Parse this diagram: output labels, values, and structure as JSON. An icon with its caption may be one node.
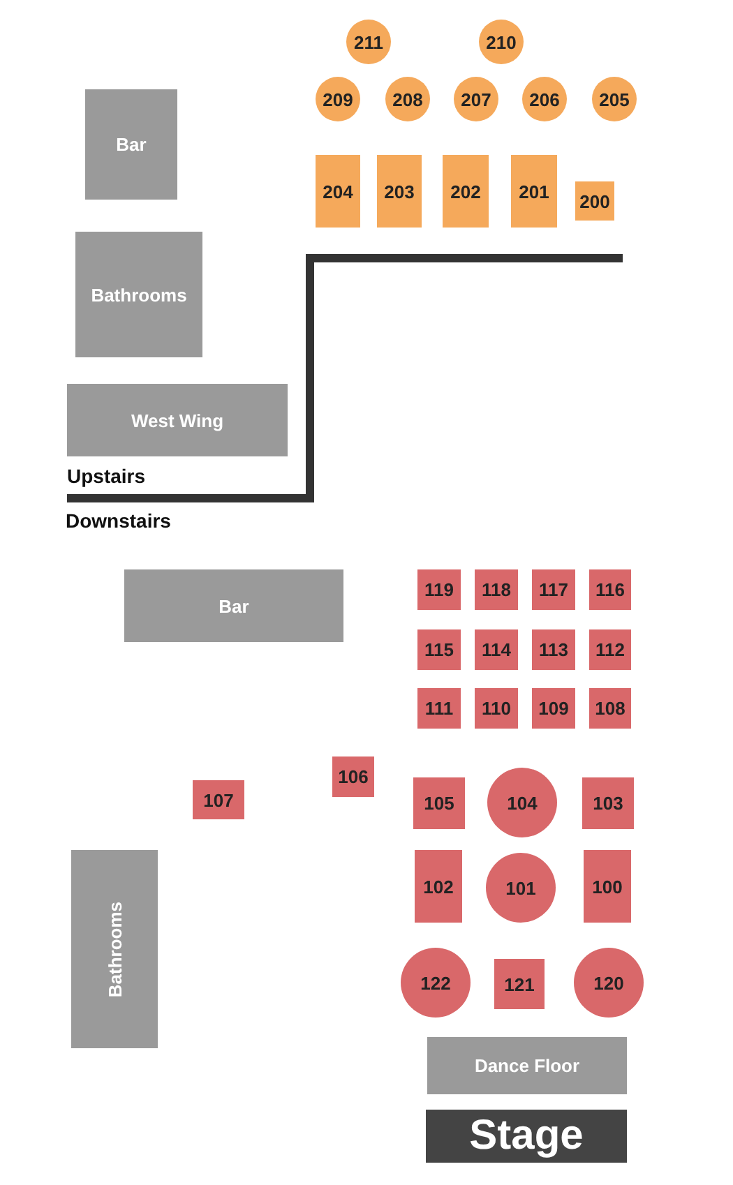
{
  "diagram": {
    "nodes": [
      {
        "text": [
          "211"
        ]
      },
      {
        "text": [
          "210"
        ]
      },
      {
        "text": [
          "209"
        ]
      },
      {
        "text": [
          "208"
        ]
      },
      {
        "text": [
          "207"
        ]
      },
      {
        "text": [
          "206"
        ]
      },
      {
        "text": [
          "205"
        ]
      },
      {
        "text": [
          "Bar"
        ]
      },
      {
        "text": [
          "204"
        ]
      },
      {
        "text": [
          "203"
        ]
      },
      {
        "text": [
          "202"
        ]
      },
      {
        "text": [
          "201"
        ]
      },
      {
        "text": [
          "200"
        ]
      },
      {
        "text": [
          "Bathrooms"
        ]
      },
      {
        "text": [
          "West Wing"
        ]
      },
      {
        "text": [
          "Bar"
        ]
      },
      {
        "text": [
          "119"
        ]
      },
      {
        "text": [
          "118"
        ]
      },
      {
        "text": [
          "117"
        ]
      },
      {
        "text": [
          "116"
        ]
      },
      {
        "text": [
          "115"
        ]
      },
      {
        "text": [
          "114"
        ]
      },
      {
        "text": [
          "113"
        ]
      },
      {
        "text": [
          "112"
        ]
      },
      {
        "text": [
          "111"
        ]
      },
      {
        "text": [
          "110"
        ]
      },
      {
        "text": [
          "109"
        ]
      },
      {
        "text": [
          "108"
        ]
      },
      {
        "text": [
          "106"
        ]
      },
      {
        "text": [
          "107"
        ]
      },
      {
        "text": [
          "105"
        ]
      },
      {
        "text": [
          "104"
        ]
      },
      {
        "text": [
          "103"
        ]
      },
      {
        "text": [
          "Bathrooms"
        ]
      },
      {
        "text": [
          "102"
        ]
      },
      {
        "text": [
          "101"
        ]
      },
      {
        "text": [
          "100"
        ]
      },
      {
        "text": [
          "122"
        ]
      },
      {
        "text": [
          "121"
        ]
      },
      {
        "text": [
          "120"
        ]
      },
      {
        "text": [
          "Dance Floor"
        ]
      },
      {
        "text": [
          "Stage"
        ]
      }
    ],
    "labels": [
      "Upstairs",
      "Downstairs"
    ]
  }
}
